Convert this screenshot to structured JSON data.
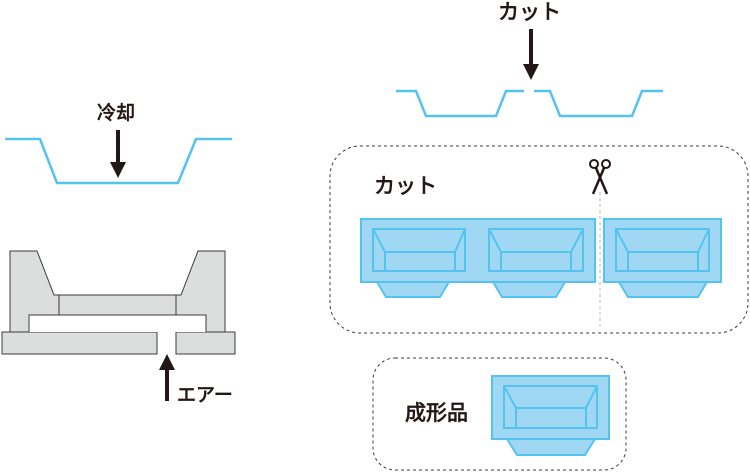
{
  "colors": {
    "sheet_line": "#55c3f0",
    "tray_fill": "#a0d8f4",
    "tray_stroke": "#55c3f0",
    "mold_fill": "#dcdddd",
    "mold_stroke": "#3e3a39",
    "text": "#231815",
    "dash": "#3e3a39",
    "cut_line": "#b5b5b6"
  },
  "left_panel": {
    "cooling_label": "冷却",
    "air_label": "エアー"
  },
  "top_right": {
    "cut_label": "カット"
  },
  "cut_box": {
    "label": "カット",
    "scissors_icon": "scissors-icon",
    "tray_count_joined": 2,
    "tray_count_separated": 1
  },
  "product_box": {
    "label": "成形品"
  }
}
